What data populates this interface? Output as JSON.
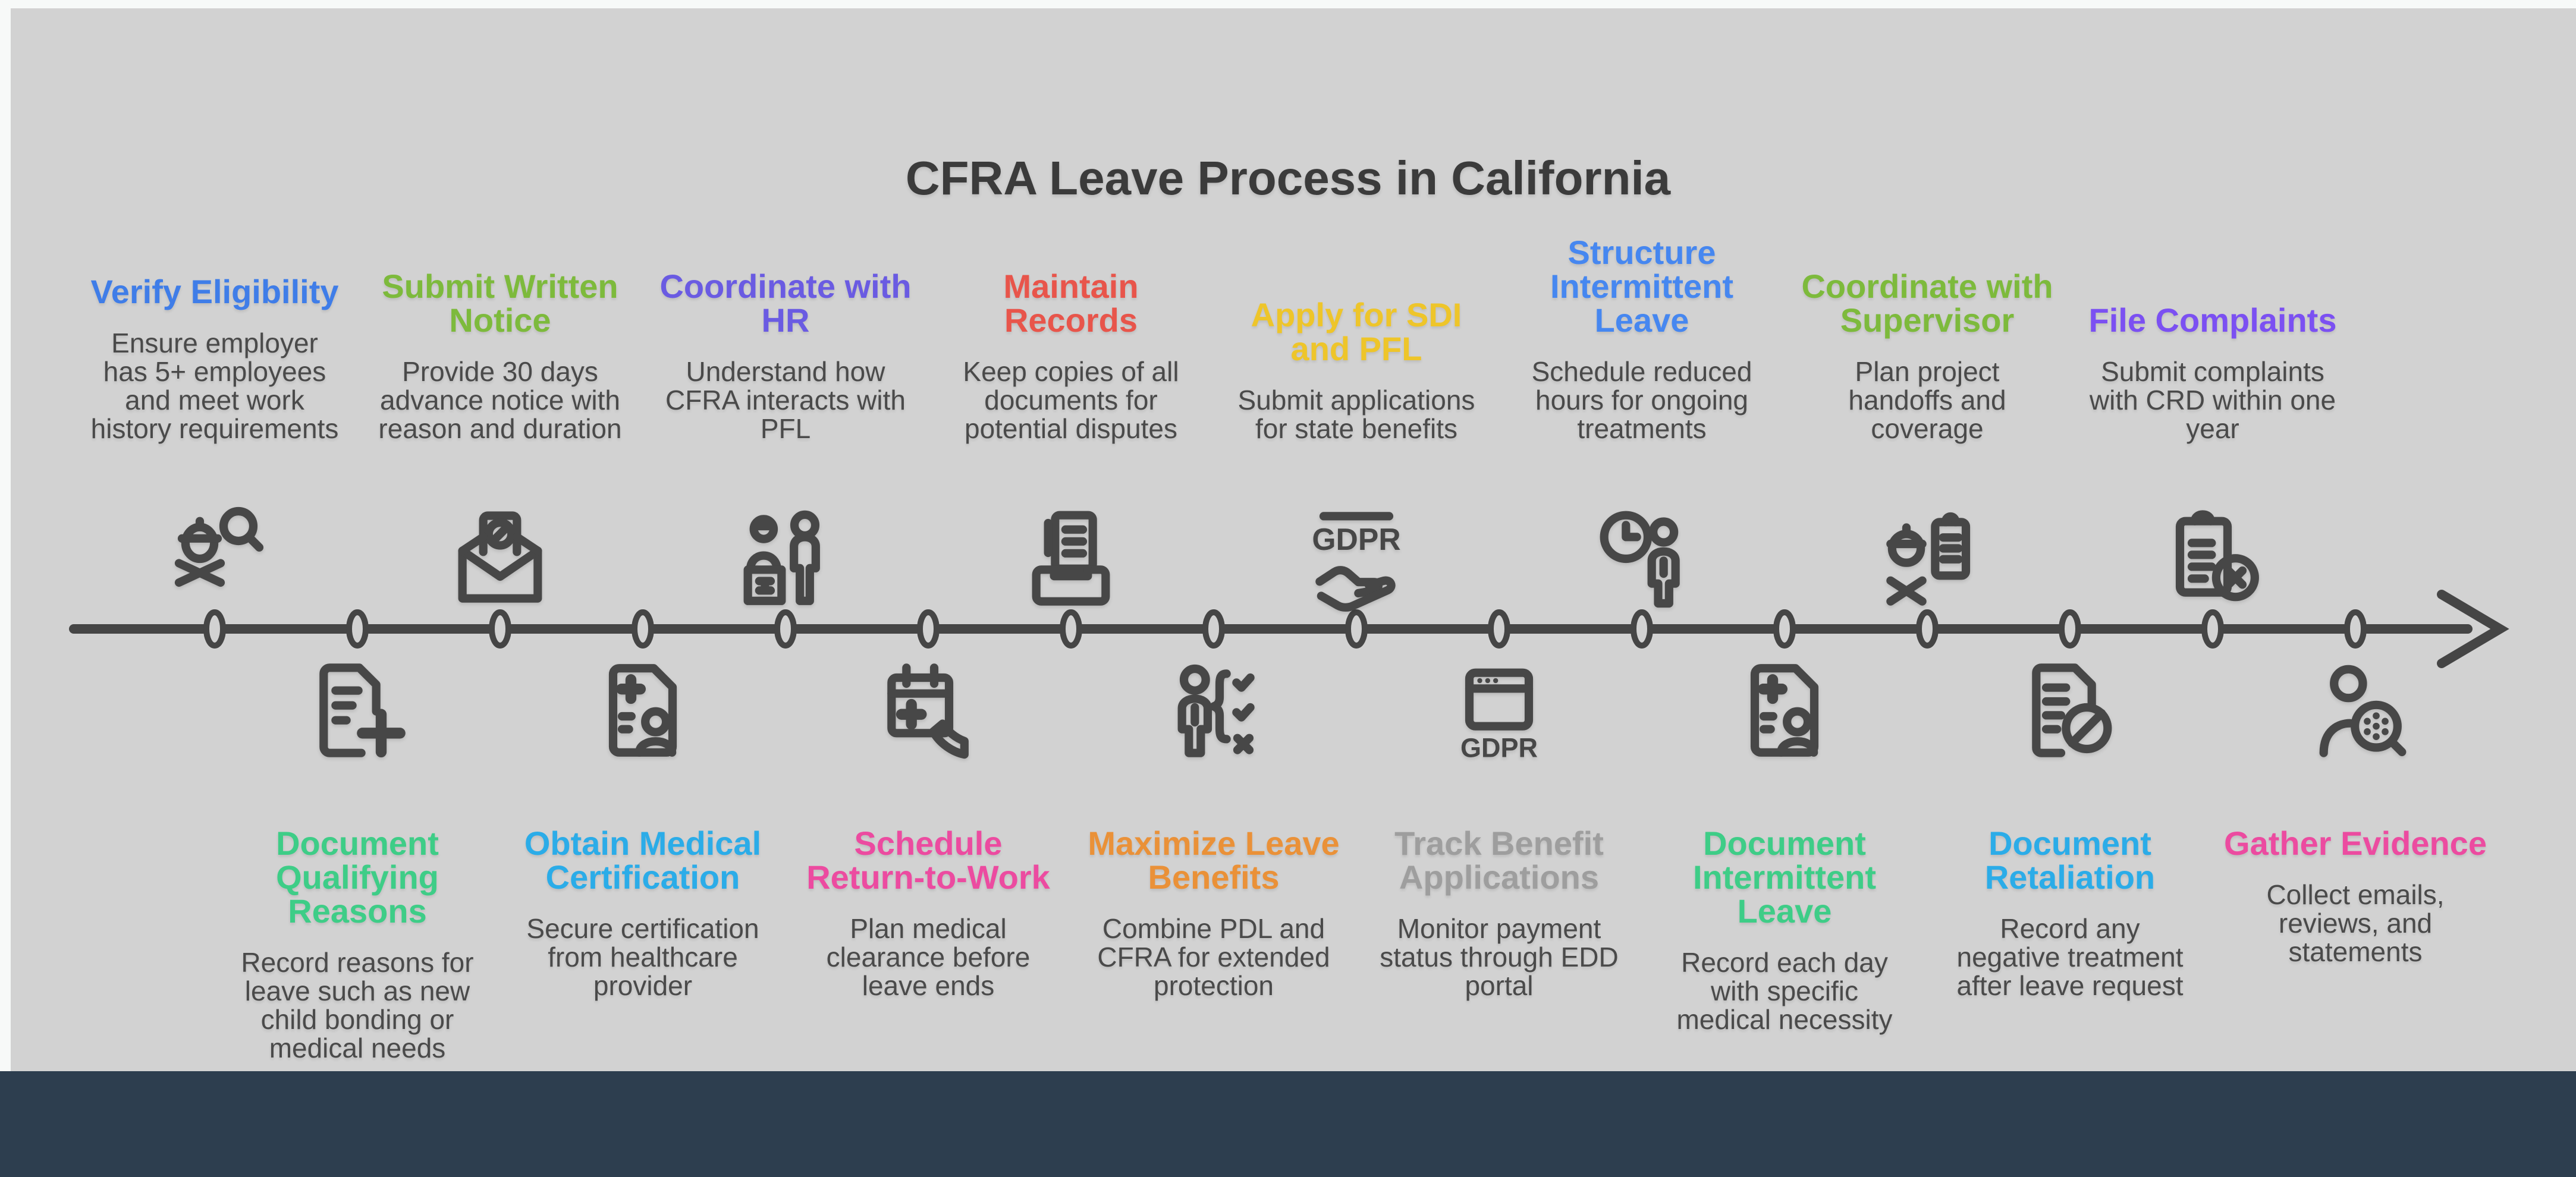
{
  "title": "CFRA Leave Process in California",
  "colors": {
    "canvas_background": "#D2D2D2",
    "page_margin": "#F7F9F8",
    "footer_band": "#2D3E4F",
    "timeline": "#454545",
    "icon": "#474747",
    "main_title": "#3B3B3B",
    "body_text": "#4A4A4A"
  },
  "timeline": {
    "direction": "left-to-right-arrow",
    "node_count": 16
  },
  "milestones": {
    "top": [
      {
        "title": "Verify Eligibility",
        "color": "#3F7DE8",
        "icon": "person-search-icon",
        "body": "Ensure employer\nhas 5+ employees\nand meet work\nhistory requirements"
      },
      {
        "title": "Submit Written\nNotice",
        "color": "#7DBA3C",
        "icon": "envelope-blocked-letter-icon",
        "body": "Provide 30 days\nadvance notice with\nreason and duration"
      },
      {
        "title": "Coordinate with\nHR",
        "color": "#6A5BE2",
        "icon": "hr-meeting-icon",
        "body": "Understand how\nCFRA interacts with\nPFL"
      },
      {
        "title": "Maintain\nRecords",
        "color": "#E8554B",
        "icon": "inbox-document-icon",
        "body": "Keep copies of all\ndocuments for\npotential disputes"
      },
      {
        "title": "Apply for SDI\nand PFL",
        "color": "#EEC52A",
        "icon": "gdpr-hand-icon",
        "body": "Submit applications\nfor state benefits"
      },
      {
        "title": "Structure\nIntermittent\nLeave",
        "color": "#4687F0",
        "icon": "clock-person-icon",
        "body": "Schedule reduced\nhours for ongoing\ntreatments"
      },
      {
        "title": "Coordinate with\nSupervisor",
        "color": "#7DBA3C",
        "icon": "worker-clipboard-icon",
        "body": "Plan project\nhandoffs and\ncoverage"
      },
      {
        "title": "File Complaints",
        "color": "#7B50F2",
        "icon": "clipboard-x-icon",
        "body": "Submit complaints\nwith CRD within one\nyear"
      }
    ],
    "bottom": [
      {
        "title": "Document\nQualifying\nReasons",
        "color": "#3ECD87",
        "icon": "document-plus-icon",
        "body": "Record reasons for\nleave such as new\nchild bonding or\nmedical needs"
      },
      {
        "title": "Obtain Medical\nCertification",
        "color": "#2BACE8",
        "icon": "medical-document-person-icon",
        "body": "Secure certification\nfrom healthcare\nprovider"
      },
      {
        "title": "Schedule\nReturn-to-Work",
        "color": "#EC4BA0",
        "icon": "calendar-phone-icon",
        "body": "Plan medical\nclearance before\nleave ends"
      },
      {
        "title": "Maximize Leave\nBenefits",
        "color": "#EA9138",
        "icon": "person-checklist-icon",
        "body": "Combine PDL and\nCFRA for extended\nprotection"
      },
      {
        "title": "Track Benefit\nApplications",
        "color": "#9E9E9E",
        "icon": "gdpr-browser-icon",
        "body": "Monitor payment\nstatus through EDD\nportal"
      },
      {
        "title": "Document\nIntermittent\nLeave",
        "color": "#3ECD87",
        "icon": "medical-document-person-icon",
        "body": "Record each day\nwith specific\nmedical necessity"
      },
      {
        "title": "Document\nRetaliation",
        "color": "#2BACE8",
        "icon": "document-blocked-icon",
        "body": "Record any\nnegative treatment\nafter leave request"
      },
      {
        "title": "Gather Evidence",
        "color": "#EC4BA0",
        "icon": "person-evidence-search-icon",
        "body": "Collect emails,\nreviews, and\nstatements"
      }
    ]
  }
}
